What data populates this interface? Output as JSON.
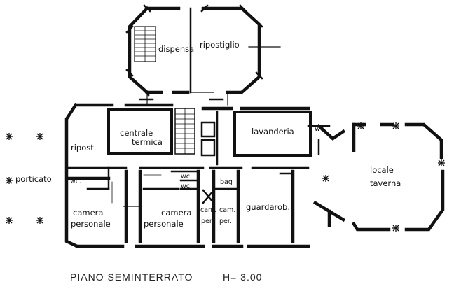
{
  "plan": {
    "title": "PIANO SEMINTERRATO",
    "height_label": "H= 3.00"
  },
  "rooms": {
    "dispensa": "dispensa",
    "ripostiglio": "ripostiglio",
    "centrale_line1": "centrale",
    "centrale_line2": "termica",
    "lavanderia": "lavanderia",
    "wc_east": "wc",
    "riposto": "ripost.",
    "porticato": "porticato",
    "wc_west": "wc.",
    "wc_mid_1": "wc",
    "wc_mid_2": "wc",
    "bag": "bag",
    "camera1_line1": "camera",
    "camera1_line2": "personale",
    "camera2_line1": "camera",
    "camera2_line2": "personale",
    "cam_a_line1": "cam.",
    "cam_a_line2": "per.",
    "cam_b_line1": "cam.",
    "cam_b_line2": "per.",
    "guardarob": "guardarob.",
    "locale_line1": "locale",
    "locale_line2": "taverna"
  }
}
